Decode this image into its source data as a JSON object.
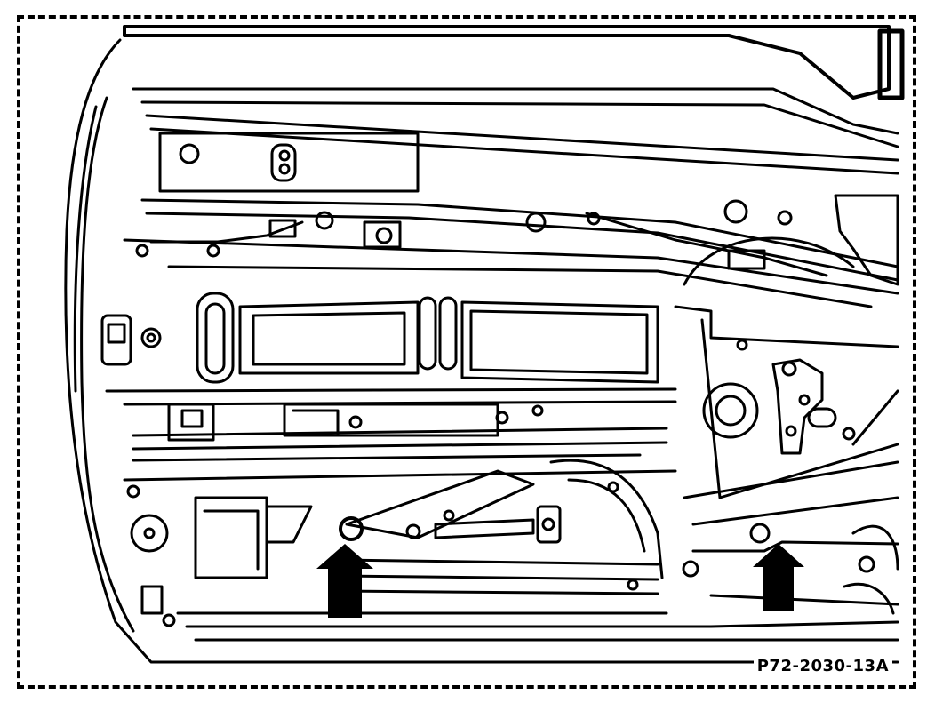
{
  "figure": {
    "reference_code": "P72-2030-13A",
    "callouts": [
      "arrow-left",
      "arrow-right"
    ]
  },
  "colors": {
    "ink": "#000000",
    "paper": "#ffffff"
  }
}
